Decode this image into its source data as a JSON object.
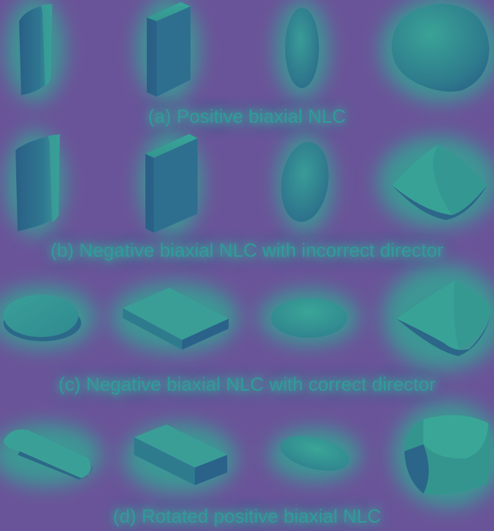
{
  "colors": {
    "background": "#6a5499",
    "glow": "#35a394",
    "shape_dark": "#2f6f8c",
    "shape_light": "#39a896",
    "caption": "#2f9c9a"
  },
  "rows": [
    {
      "caption": "(a) Positive biaxial NLC",
      "shapes": [
        "elongated-cylinder",
        "box",
        "ellipsoid",
        "superquadric"
      ]
    },
    {
      "caption": "(b) Negative biaxial NLC with incorrect director",
      "shapes": [
        "elongated-cylinder",
        "box",
        "ellipsoid",
        "superquadric"
      ]
    },
    {
      "caption": "(c) Negative biaxial NLC with correct director",
      "shapes": [
        "flat-cylinder",
        "flat-box",
        "flat-ellipsoid",
        "superquadric"
      ]
    },
    {
      "caption": "(d) Rotated positive biaxial NLC",
      "shapes": [
        "rotated-cylinder",
        "rotated-box",
        "rotated-ellipsoid",
        "superquadric"
      ]
    }
  ]
}
